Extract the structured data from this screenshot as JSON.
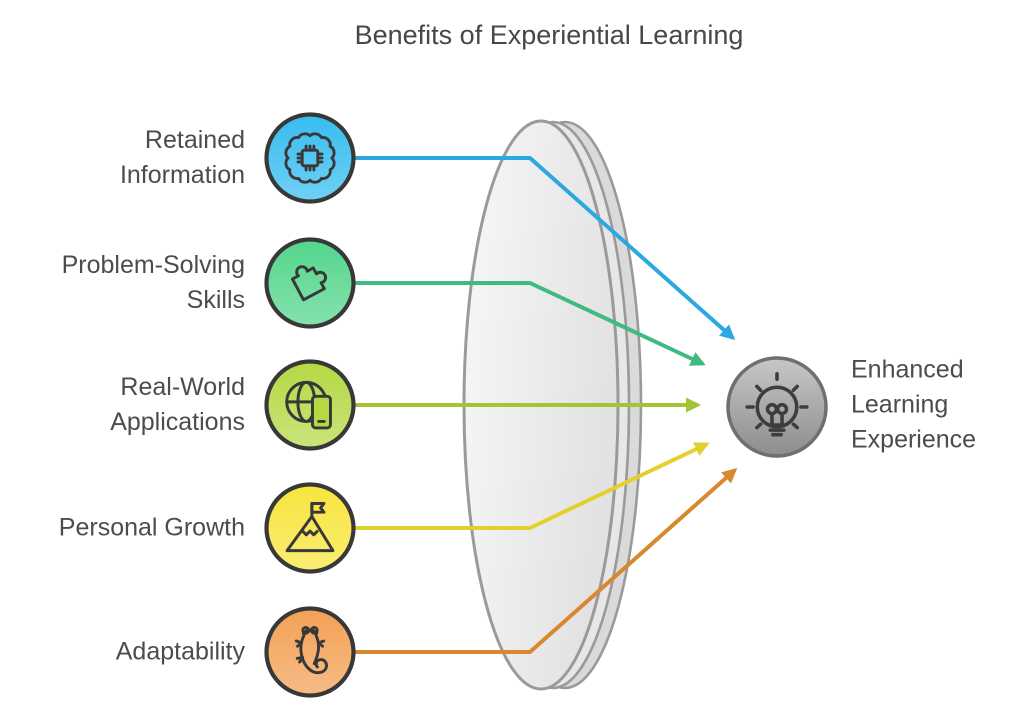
{
  "title": "Benefits of Experiential Learning",
  "benefits": [
    {
      "label": "Retained Information",
      "icon": "brain-chip-icon",
      "circle_color": "#38bdf0",
      "arrow_color": "#2aa8df"
    },
    {
      "label": "Problem-Solving Skills",
      "icon": "puzzle-icon",
      "circle_color": "#55d68d",
      "arrow_color": "#3eba82"
    },
    {
      "label": "Real-World Applications",
      "icon": "globe-phone-icon",
      "circle_color": "#b5d945",
      "arrow_color": "#a4c438"
    },
    {
      "label": "Personal Growth",
      "icon": "mountain-flag-icon",
      "circle_color": "#f8e53e",
      "arrow_color": "#e3d02e"
    },
    {
      "label": "Adaptability",
      "icon": "gecko-icon",
      "circle_color": "#f3a156",
      "arrow_color": "#d8892f"
    }
  ],
  "outcome": {
    "label": "Enhanced Learning Experience",
    "icon": "lightbulb-icon",
    "circle_top": "#c7c7c7",
    "circle_bottom": "#8d8d8d",
    "stroke": "#6f6f6f"
  },
  "lens": {
    "fill_light": "#f8f8f8",
    "fill_dark": "#e2e2e2",
    "stroke": "#9a9a9a"
  },
  "colors": {
    "text": "#4c4c4c",
    "icon_outline": "#383838"
  }
}
